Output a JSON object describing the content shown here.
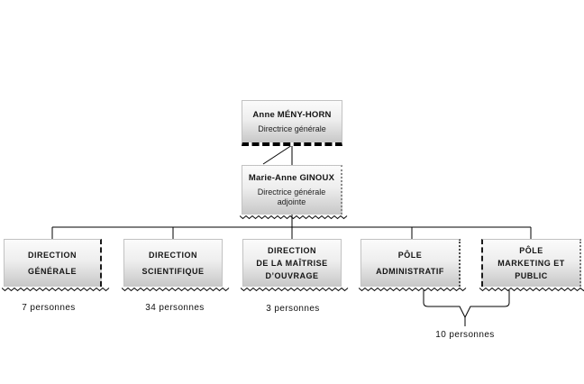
{
  "chart": {
    "top": {
      "name": "Anne MÉNY-HORN",
      "title": "Directrice générale"
    },
    "deputy": {
      "name": "Marie-Anne GINOUX",
      "title": "Directrice générale adjointe"
    },
    "units": [
      {
        "label": "DIRECTION\nGÉNÉRALE",
        "headcount": "7 personnes"
      },
      {
        "label": "DIRECTION\nSCIENTIFIQUE",
        "headcount": "34 personnes"
      },
      {
        "label": "DIRECTION\nDE LA MAÎTRISE\nD’OUVRAGE",
        "headcount": "3 personnes"
      },
      {
        "label": "PÔLE\nADMINISTRATIF"
      },
      {
        "label": "PÔLE\nMARKETING ET\nPUBLIC"
      }
    ],
    "shared_headcount": "10 personnes",
    "colors": {
      "box_gradient_top": "#fbfbfb",
      "box_gradient_bottom": "#c7c7c7",
      "connector_line": "#000000",
      "background": "#ffffff"
    }
  }
}
